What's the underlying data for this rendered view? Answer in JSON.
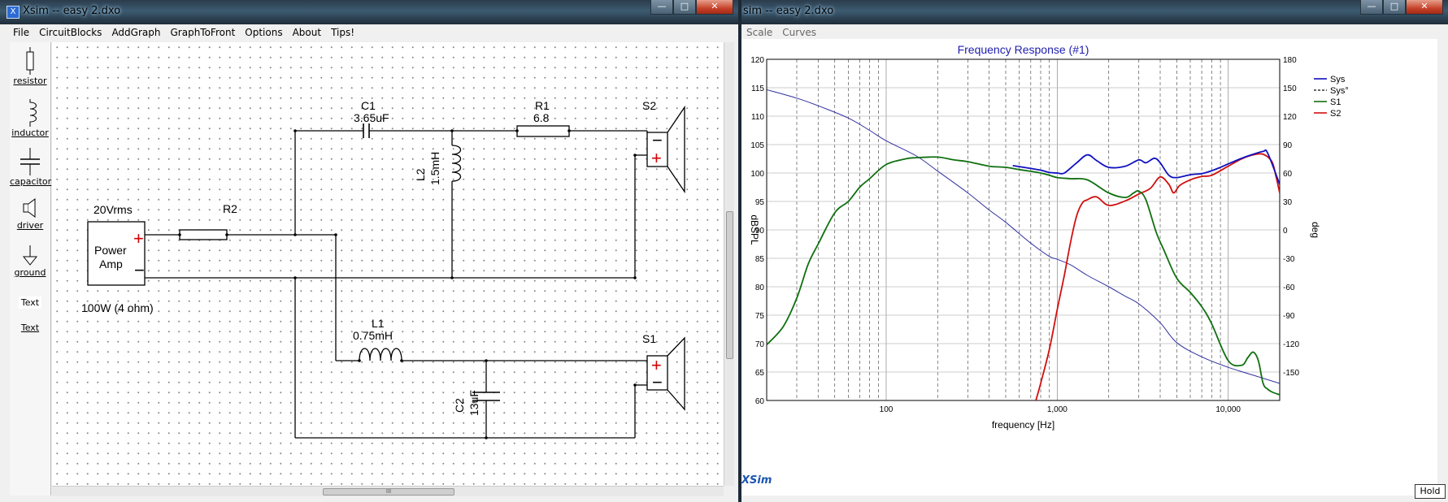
{
  "left_window": {
    "title": "Xsim -- easy 2.dxo",
    "menu": [
      "File",
      "CircuitBlocks",
      "AddGraph",
      "GraphToFront",
      "Options",
      "About",
      "Tips!"
    ],
    "palette": [
      {
        "label": "resistor",
        "icon": "resistor-icon"
      },
      {
        "label": "inductor",
        "icon": "inductor-icon"
      },
      {
        "label": "capacitor",
        "icon": "capacitor-icon"
      },
      {
        "label": "driver",
        "icon": "driver-icon"
      },
      {
        "label": "ground",
        "icon": "ground-icon"
      },
      {
        "label": "Text",
        "icon": "text-tool"
      },
      {
        "label": "Text",
        "icon": "text-tool-underlined"
      }
    ],
    "schematic": {
      "source_voltage": "20Vrms",
      "source_name_line1": "Power",
      "source_name_line2": "Amp",
      "source_rating": "100W (4 ohm)",
      "plus": "+",
      "minus": "−",
      "r2_name": "R2",
      "c1_name": "C1",
      "c1_value": "3.65uF",
      "r1_name": "R1",
      "r1_value": "6.8",
      "l2_name": "L2",
      "l2_value": "1.5mH",
      "s2_name": "S2",
      "l1_name": "L1",
      "l1_value": "0.75mH",
      "c2_name": "C2",
      "c2_value": "13uF",
      "s1_name": "S1"
    },
    "scroll_grip": "III"
  },
  "right_window": {
    "title": "sim -- easy 2.dxo",
    "menu": [
      "Scale",
      "Curves"
    ],
    "hold_label": "Hold",
    "brand": "XSim"
  },
  "chart_data": {
    "type": "line",
    "title": "Frequency Response (#1)",
    "xlabel": "frequency [Hz]",
    "ylabel_left": "dBSPL",
    "ylabel_right": "deg",
    "x_scale": "log",
    "xlim": [
      20,
      20000
    ],
    "ylim": [
      60,
      120
    ],
    "y2lim": [
      -180,
      180
    ],
    "x_tick_labels": [
      "100",
      "1,000",
      "10,000"
    ],
    "y_ticks": [
      60,
      65,
      70,
      75,
      80,
      85,
      90,
      95,
      100,
      105,
      110,
      115,
      120
    ],
    "y2_ticks": [
      -150,
      -120,
      -90,
      -60,
      -30,
      0,
      30,
      60,
      90,
      120,
      150,
      180
    ],
    "grid": true,
    "legend_position": "top-right",
    "series": [
      {
        "name": "Sys",
        "color": "#1010c0",
        "axis": "left",
        "style": "solid",
        "x": [
          550,
          700,
          800,
          900,
          1000,
          1100,
          1300,
          1500,
          1700,
          2000,
          2500,
          3000,
          3300,
          3700,
          4000,
          4500,
          5000,
          6000,
          7000,
          8000,
          9000,
          10000,
          12000,
          14000,
          16000,
          17000,
          20000
        ],
        "y": [
          101.3,
          100.8,
          100.5,
          100.1,
          100,
          100,
          101.8,
          103.2,
          102.2,
          101,
          101.2,
          102.3,
          101.8,
          102.6,
          101.8,
          99.6,
          99.2,
          99.7,
          99.9,
          100.4,
          101,
          101.6,
          102.6,
          103.3,
          103.8,
          103.5,
          98
        ]
      },
      {
        "name": "Sys°",
        "color": "#3030a0",
        "axis": "right",
        "style": "solid-thin",
        "x": [
          20,
          30,
          40,
          60,
          80,
          100,
          150,
          200,
          300,
          400,
          500,
          700,
          900,
          1000,
          1200,
          1500,
          2000,
          2500,
          3000,
          4000,
          5000,
          7000,
          10000,
          15000,
          20000
        ],
        "y": [
          148,
          139,
          131,
          118,
          105,
          94,
          78,
          62,
          39,
          21,
          8,
          -14,
          -28,
          -31,
          -37,
          -48,
          -60,
          -70,
          -78,
          -98,
          -119,
          -134,
          -145,
          -155,
          -162
        ]
      },
      {
        "name": "S1",
        "color": "#107010",
        "axis": "left",
        "style": "solid",
        "x": [
          20,
          25,
          30,
          35,
          40,
          50,
          60,
          70,
          80,
          100,
          130,
          150,
          200,
          250,
          300,
          400,
          500,
          600,
          700,
          800,
          900,
          1000,
          1200,
          1500,
          2000,
          2500,
          2800,
          3000,
          3300,
          3800,
          4200,
          5000,
          6000,
          7000,
          8000,
          10000,
          12000,
          13000,
          14000,
          15000,
          16000,
          17000,
          18000,
          20000
        ],
        "y": [
          69.8,
          73,
          78,
          84,
          87.5,
          93,
          95,
          97.5,
          99,
          101.5,
          102.5,
          102.7,
          102.8,
          102.3,
          102,
          101.2,
          101,
          100.6,
          100.3,
          100,
          99.6,
          99.2,
          99,
          98.8,
          96.5,
          95.7,
          96.5,
          96.8,
          95.3,
          89.5,
          86.5,
          81.5,
          79,
          76.5,
          73.5,
          67,
          66.2,
          67.5,
          68.5,
          67,
          63,
          62,
          61.5,
          61
        ]
      },
      {
        "name": "S2",
        "color": "#d01010",
        "axis": "left",
        "style": "solid",
        "x": [
          750,
          800,
          900,
          1000,
          1100,
          1200,
          1300,
          1400,
          1500,
          1700,
          2000,
          2500,
          3000,
          3500,
          4000,
          4500,
          4800,
          5200,
          6000,
          7000,
          8000,
          10000,
          12000,
          14000,
          16000,
          18000,
          19000,
          20000
        ],
        "y": [
          60,
          63,
          69,
          76,
          82,
          88,
          92.5,
          94.7,
          95.3,
          95.8,
          94.3,
          95.1,
          96.3,
          97.3,
          99.3,
          98,
          96.5,
          97.8,
          98.8,
          99.4,
          99.6,
          101.2,
          102.5,
          103.2,
          103.3,
          102,
          99.5,
          96.5
        ]
      }
    ]
  }
}
